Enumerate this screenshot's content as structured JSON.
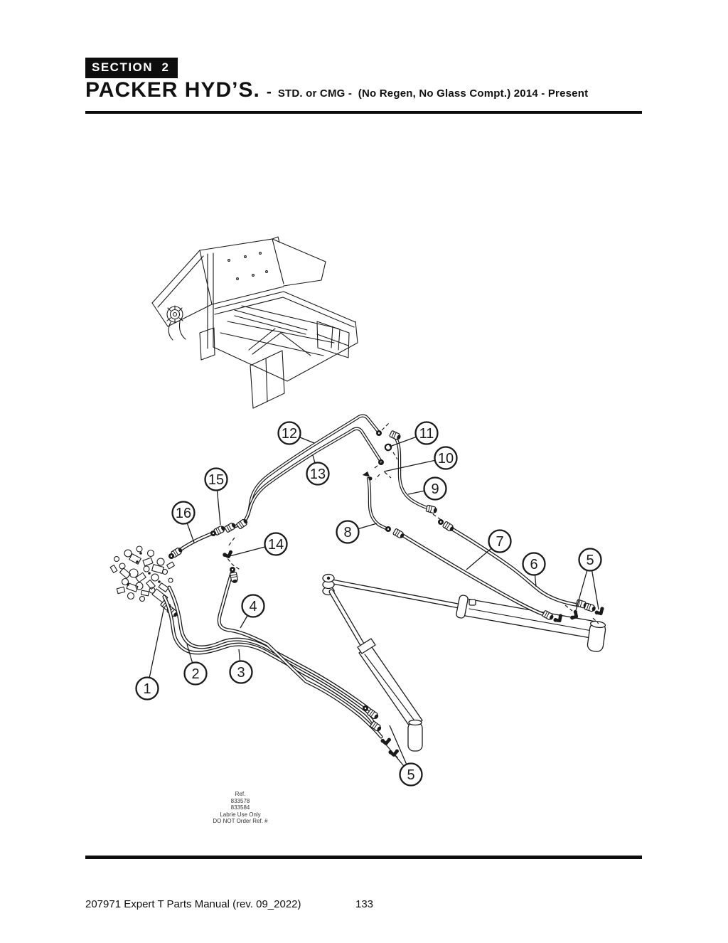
{
  "page": {
    "section_badge": "SECTION  2",
    "title_main": "PACKER HYD’S.",
    "title_sep": "-",
    "subtitle": "STD. or CMG -  (No Regen, No Glass Compt.) 2014 - Present",
    "footer_left": "207971 Expert T Parts Manual (rev. 09_2022)",
    "page_number": "133"
  },
  "ref_note": {
    "lines": [
      "Ref.",
      "833578",
      "833584",
      "Labrie Use Only",
      "DO NOT Order Ref. #"
    ]
  },
  "callouts": [
    {
      "label": "12"
    },
    {
      "label": "13"
    },
    {
      "label": "11"
    },
    {
      "label": "10"
    },
    {
      "label": "9"
    },
    {
      "label": "15"
    },
    {
      "label": "16"
    },
    {
      "label": "8"
    },
    {
      "label": "14"
    },
    {
      "label": "7"
    },
    {
      "label": "6"
    },
    {
      "label": "5"
    },
    {
      "label": "4"
    },
    {
      "label": "2"
    },
    {
      "label": "3"
    },
    {
      "label": "1"
    },
    {
      "label": "5"
    }
  ],
  "colors": {
    "ink": "#1a1a1a",
    "paper": "#ffffff"
  }
}
